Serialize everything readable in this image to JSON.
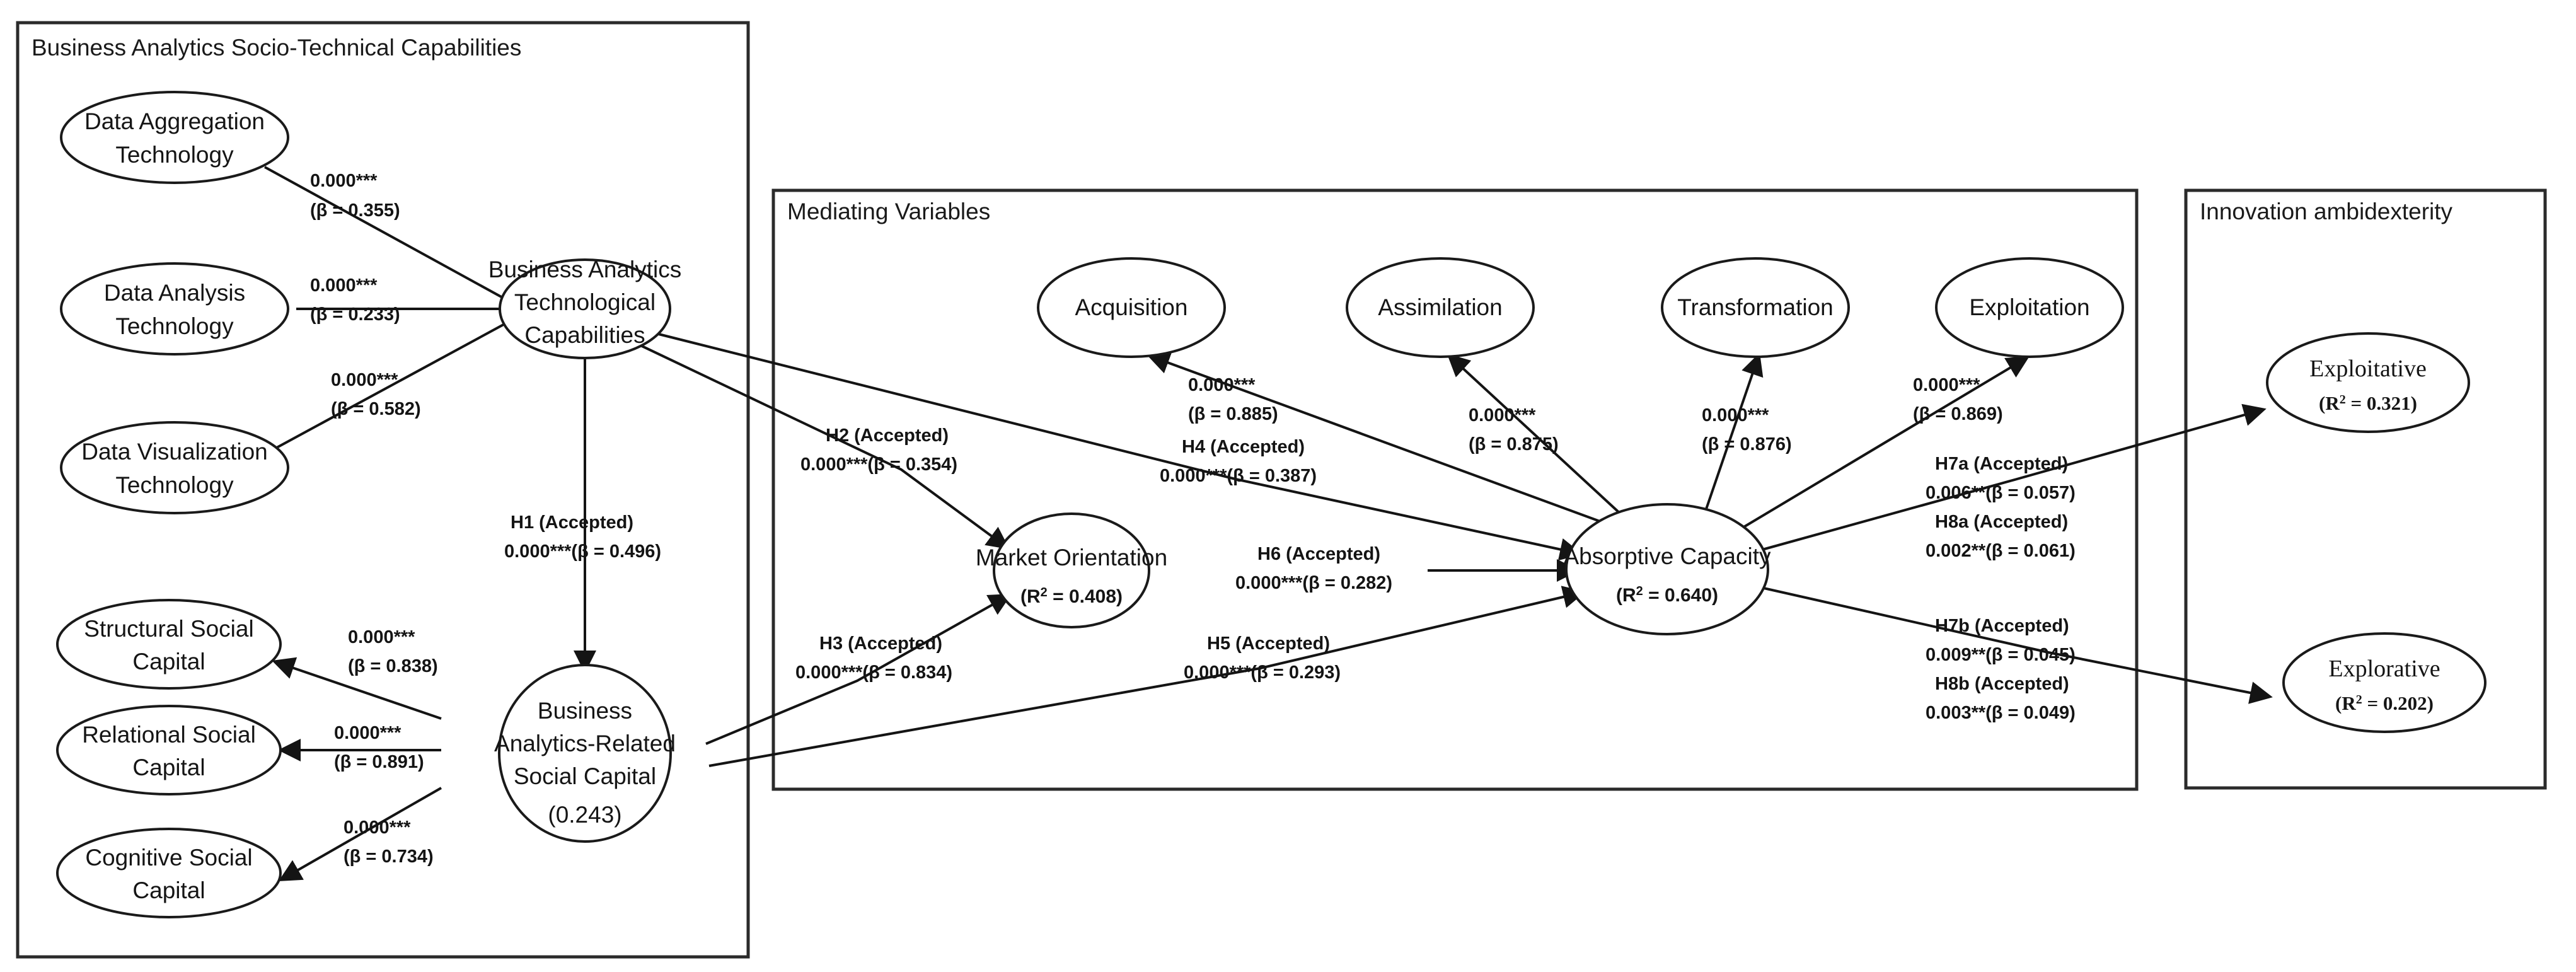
{
  "panels": [
    {
      "id": "socio-technical",
      "title": "Business Analytics Socio-Technical Capabilities"
    },
    {
      "id": "mediating",
      "title": "Mediating Variables"
    },
    {
      "id": "innovation",
      "title": "Innovation ambidexterity"
    }
  ],
  "nodes": {
    "data_aggregation": {
      "line1": "Data Aggregation",
      "line2": "Technology"
    },
    "data_analysis": {
      "line1": "Data Analysis",
      "line2": "Technology"
    },
    "data_visualization": {
      "line1": "Data Visualization",
      "line2": "Technology"
    },
    "ba_tech_capabilities": {
      "line1": "Business Analytics",
      "line2": "Technological",
      "line3": "Capabilities"
    },
    "structural_social": {
      "line1": "Structural Social",
      "line2": "Capital"
    },
    "relational_social": {
      "line1": "Relational Social",
      "line2": "Capital"
    },
    "cognitive_social": {
      "line1": "Cognitive Social",
      "line2": "Capital"
    },
    "ba_related_social": {
      "line1": "Business",
      "line2": "Analytics-Related",
      "line3": "Social Capital",
      "value": "(0.243)"
    },
    "acquisition": {
      "line1": "Acquisition"
    },
    "assimilation": {
      "line1": "Assimilation"
    },
    "transformation": {
      "line1": "Transformation"
    },
    "exploitation": {
      "line1": "Exploitation"
    },
    "market_orientation": {
      "line1": "Market Orientation",
      "r2_prefix": "(R",
      "r2_sup": "2",
      "r2_suffix": " = 0.408)"
    },
    "absorptive_capacity": {
      "line1": "Absorptive Capacity",
      "r2_prefix": "(R",
      "r2_sup": "2",
      "r2_suffix": " = 0.640)"
    },
    "exploitative": {
      "line1": "Exploitative",
      "r2_prefix": "(R",
      "r2_sup": "2",
      "r2_suffix": " = 0.321)"
    },
    "explorative": {
      "line1": "Explorative",
      "r2_prefix": "(R",
      "r2_sup": "2",
      "r2_suffix": " = 0.202)"
    }
  },
  "edge_labels": {
    "agg_to_tech": {
      "p": "0.000***",
      "beta": "(β = 0.355)"
    },
    "ana_to_tech": {
      "p": "0.000***",
      "beta": "(β = 0.233)"
    },
    "vis_to_tech": {
      "p": "0.000***",
      "beta": "(β = 0.582)"
    },
    "h1": {
      "hyp": "H1 (Accepted)",
      "stat": "0.000***(β = 0.496)"
    },
    "struct_to_social": {
      "p": "0.000***",
      "beta": "(β = 0.838)"
    },
    "rel_to_social": {
      "p": "0.000***",
      "beta": "(β = 0.891)"
    },
    "cog_to_social": {
      "p": "0.000***",
      "beta": "(β = 0.734)"
    },
    "h2": {
      "hyp": "H2 (Accepted)",
      "stat": "0.000***(β = 0.354)"
    },
    "h3": {
      "hyp": "H3 (Accepted)",
      "stat": "0.000***(β = 0.834)"
    },
    "h4": {
      "hyp": "H4 (Accepted)",
      "stat": "0.000***(β = 0.387)"
    },
    "h5": {
      "hyp": "H5 (Accepted)",
      "stat": "0.000***(β = 0.293)"
    },
    "h6": {
      "hyp": "H6 (Accepted)",
      "stat": "0.000***(β = 0.282)"
    },
    "acq_to_abs": {
      "p": "0.000***",
      "beta": "(β = 0.885)"
    },
    "asm_to_abs": {
      "p": "0.000***",
      "beta": "(β = 0.875)"
    },
    "trf_to_abs": {
      "p": "0.000***",
      "beta": "(β = 0.876)"
    },
    "exp_to_abs": {
      "p": "0.000***",
      "beta": "(β = 0.869)"
    },
    "h7a": {
      "hyp": "H7a (Accepted)",
      "stat": "0.006**(β = 0.057)"
    },
    "h8a": {
      "hyp": "H8a (Accepted)",
      "stat": "0.002**(β = 0.061)"
    },
    "h7b": {
      "hyp": "H7b (Accepted)",
      "stat": "0.009**(β = 0.045)"
    },
    "h8b": {
      "hyp": "H8b (Accepted)",
      "stat": "0.003**(β = 0.049)"
    }
  },
  "colors": {
    "stroke": "#1a1a1a",
    "panel_stroke": "#2b2b2b",
    "background": "#ffffff",
    "text": "#151515"
  }
}
